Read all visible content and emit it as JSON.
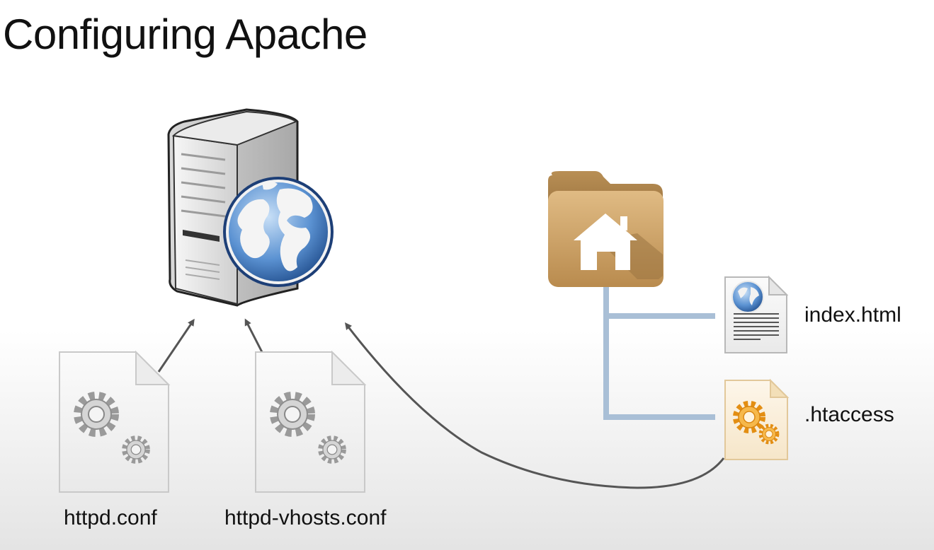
{
  "title": "Configuring Apache",
  "labels": {
    "httpd_conf": "httpd.conf",
    "vhosts_conf": "httpd-vhosts.conf",
    "index_html": "index.html",
    "htaccess": ".htaccess"
  },
  "icons": {
    "server": "web-server-icon",
    "globe": "globe-icon",
    "folder": "home-folder-icon",
    "config_file": "config-file-gear-icon",
    "html_file": "html-document-icon",
    "htaccess_file": "htaccess-gear-icon"
  },
  "colors": {
    "tree_line": "#a9bfd6",
    "arrow": "#555555",
    "folder": "#c89b5e",
    "htaccess_gear": "#f0a020",
    "globe_blue": "#3f78c0"
  }
}
